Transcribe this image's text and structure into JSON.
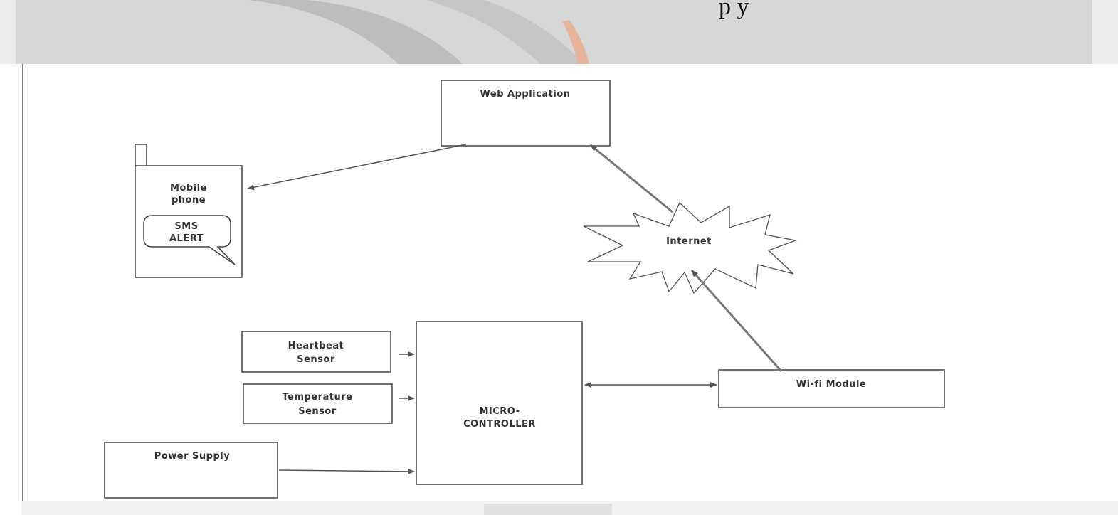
{
  "header_fragment": "p    y",
  "nodes": {
    "web_application": "Web Application",
    "mobile_phone": [
      "Mobile",
      "phone"
    ],
    "sms_alert": [
      "SMS",
      "ALERT"
    ],
    "internet": "Internet",
    "heartbeat_sensor": [
      "Heartbeat",
      "Sensor"
    ],
    "temperature_sensor": [
      "Temperature",
      "Sensor"
    ],
    "power_supply": "Power Supply",
    "microcontroller": [
      "MICRO-",
      "CONTROLLER"
    ],
    "wifi_module": "Wi-fi Module"
  }
}
